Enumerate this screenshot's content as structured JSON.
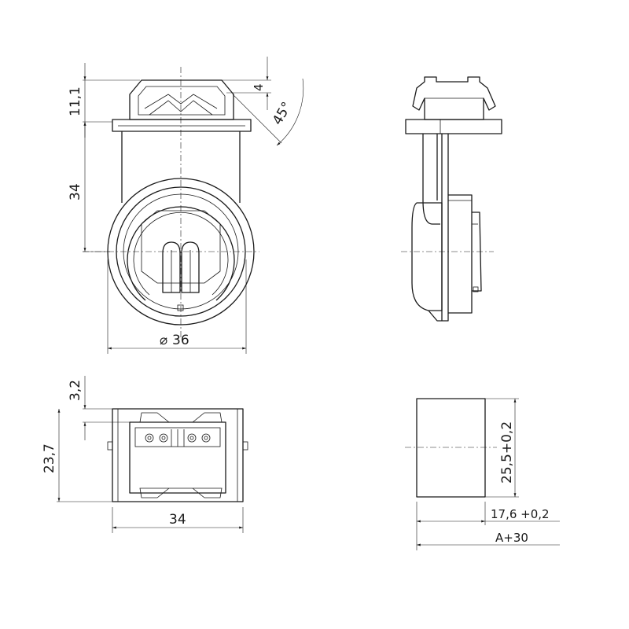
{
  "dimensions": {
    "top_cap_height": "11,1",
    "body_height": "34",
    "clip_offset": "4",
    "chamfer_angle": "45°",
    "diameter_symbol": "⌀",
    "diameter": "36",
    "slot_depth": "3,2",
    "bottom_height": "23,7",
    "bottom_width": "34",
    "cutout_height": "25,5+0,2",
    "cutout_width": "17,6 +0,2",
    "cutout_offset": "A+30"
  }
}
